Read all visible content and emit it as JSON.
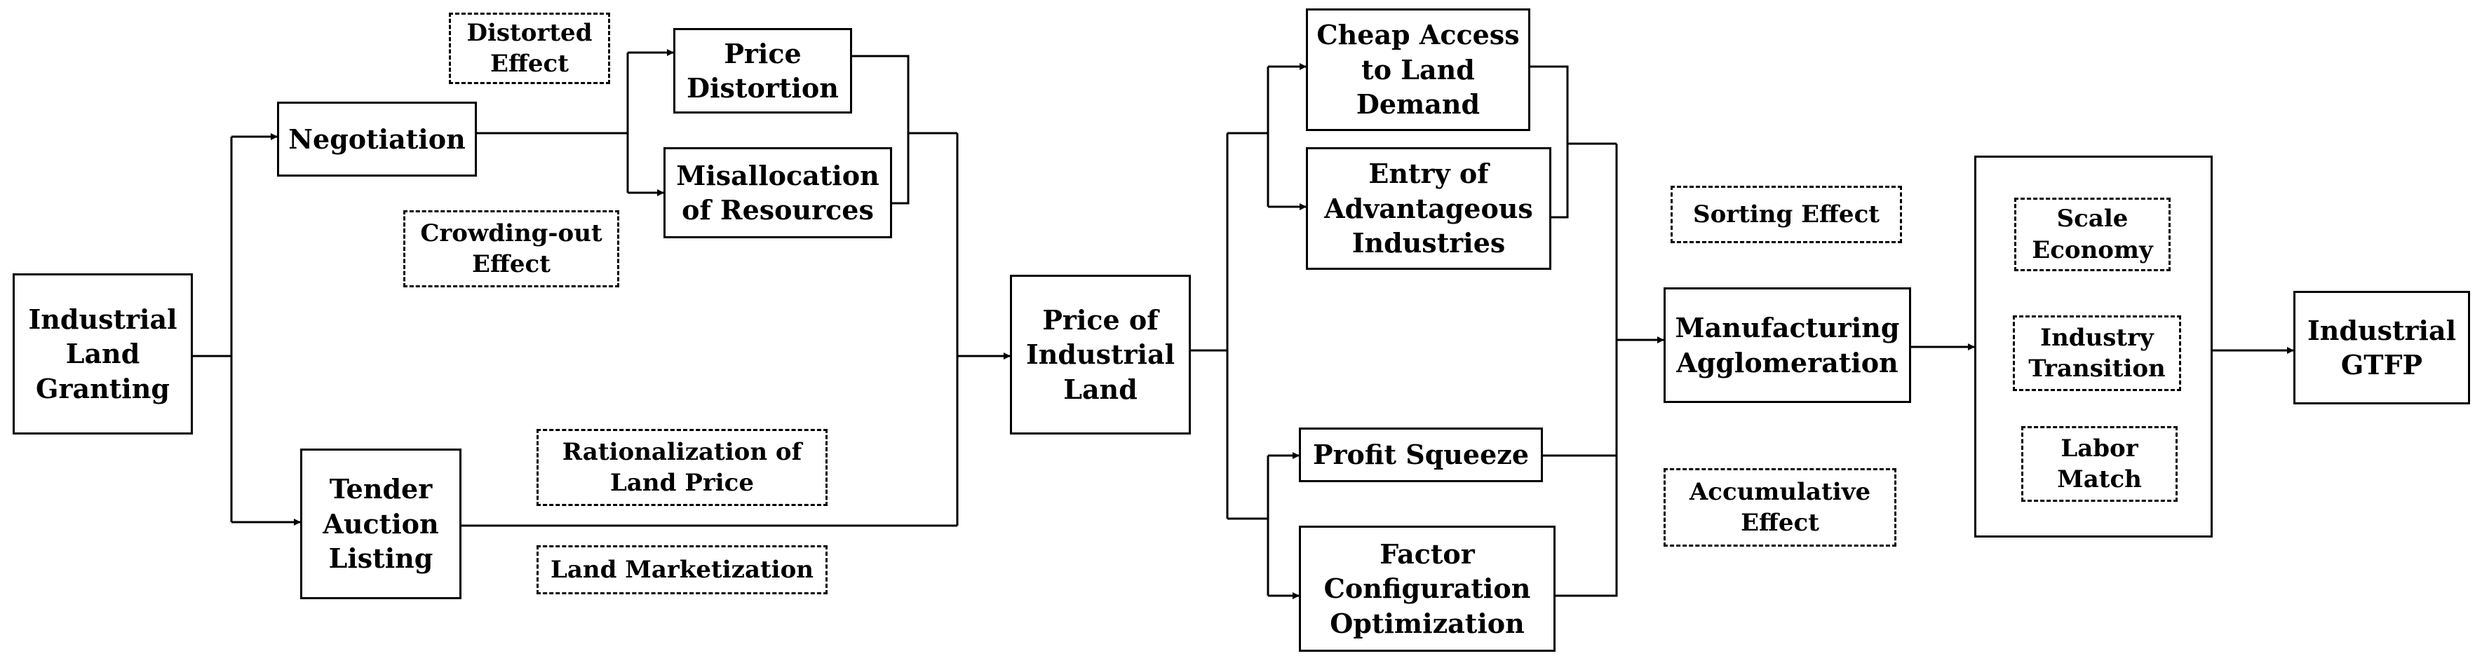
{
  "nodes": {
    "land_granting": "Industrial\nLand\nGranting",
    "negotiation": "Negotiation",
    "tender": "Tender\nAuction\nListing",
    "price_distortion": "Price\nDistortion",
    "misallocation": "Misallocation\nof Resources",
    "price_land": "Price of\nIndustrial\nLand",
    "cheap_access": "Cheap Access\nto Land\nDemand",
    "entry": "Entry of\nAdvantageous\nIndustries",
    "profit_squeeze": "Profit Squeeze",
    "factor_config": "Factor\nConfiguration\nOptimization",
    "manufacturing": "Manufacturing\nAgglomeration",
    "gtfp": "Industrial\nGTFP"
  },
  "effects": {
    "distorted": "Distorted\nEffect",
    "crowding_out": "Crowding-out\nEffect",
    "rationalization": "Rationalization of\nLand Price",
    "land_marketization": "Land Marketization",
    "sorting": "Sorting Effect",
    "accumulative": "Accumulative\nEffect",
    "scale_economy": "Scale\nEconomy",
    "industry_transition": "Industry\nTransition",
    "labor_match": "Labor\nMatch"
  }
}
